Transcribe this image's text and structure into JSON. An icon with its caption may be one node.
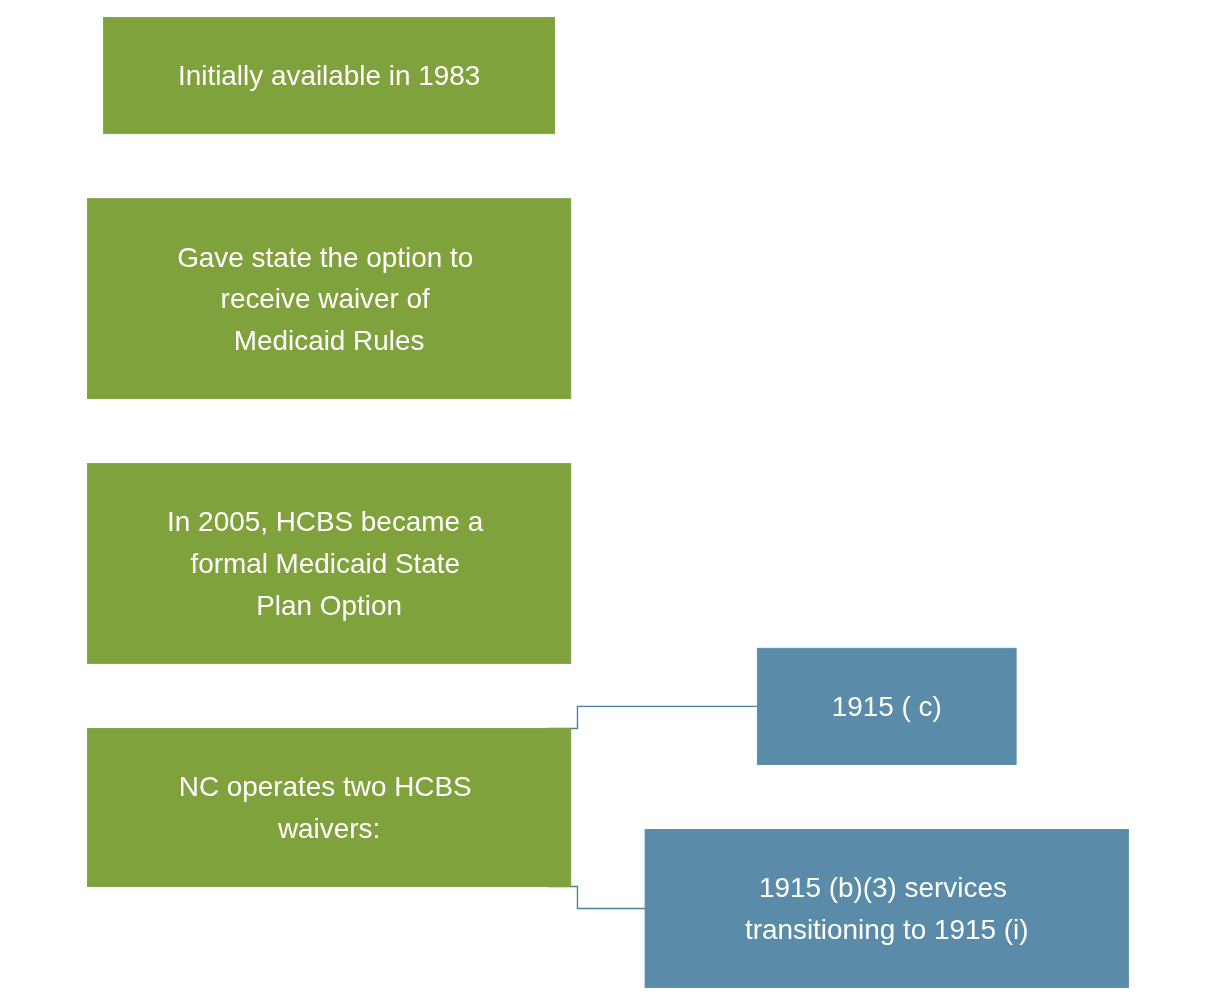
{
  "diagram": {
    "nodes": [
      {
        "text": [
          "Initially available in 1983"
        ]
      },
      {
        "text": [
          "Gave state the option to receive waiver of Medicaid Rules"
        ]
      },
      {
        "text": [
          "In 2005, HCBS became a formal Medicaid State Plan Option"
        ]
      },
      {
        "text": [
          "NC operates two HCBS waivers:"
        ]
      },
      {
        "text": [
          "1915 ( c)"
        ]
      },
      {
        "text": [
          "1915 (b)(3) services transitioning to 1915 (i)"
        ]
      }
    ],
    "edges": [
      {
        "from": 3,
        "to": 4,
        "arrow": "none"
      },
      {
        "from": 3,
        "to": 5,
        "arrow": "none"
      }
    ]
  }
}
